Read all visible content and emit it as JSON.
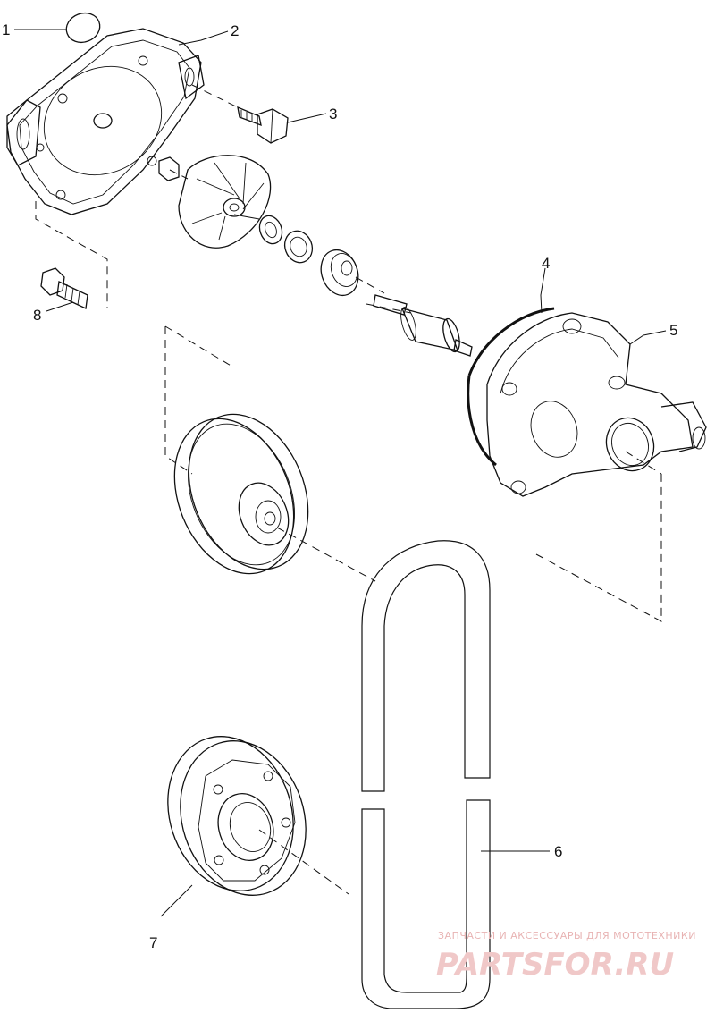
{
  "callouts": {
    "c1": "1",
    "c2": "2",
    "c3": "3",
    "c4": "4",
    "c5": "5",
    "c6": "6",
    "c7": "7",
    "c8": "8"
  },
  "watermark": {
    "tagline": "ЗАПЧАСТИ И АКСЕССУАРЫ ДЛЯ МОТОТЕХНИКИ",
    "brand": "PARTSFOR.RU"
  }
}
